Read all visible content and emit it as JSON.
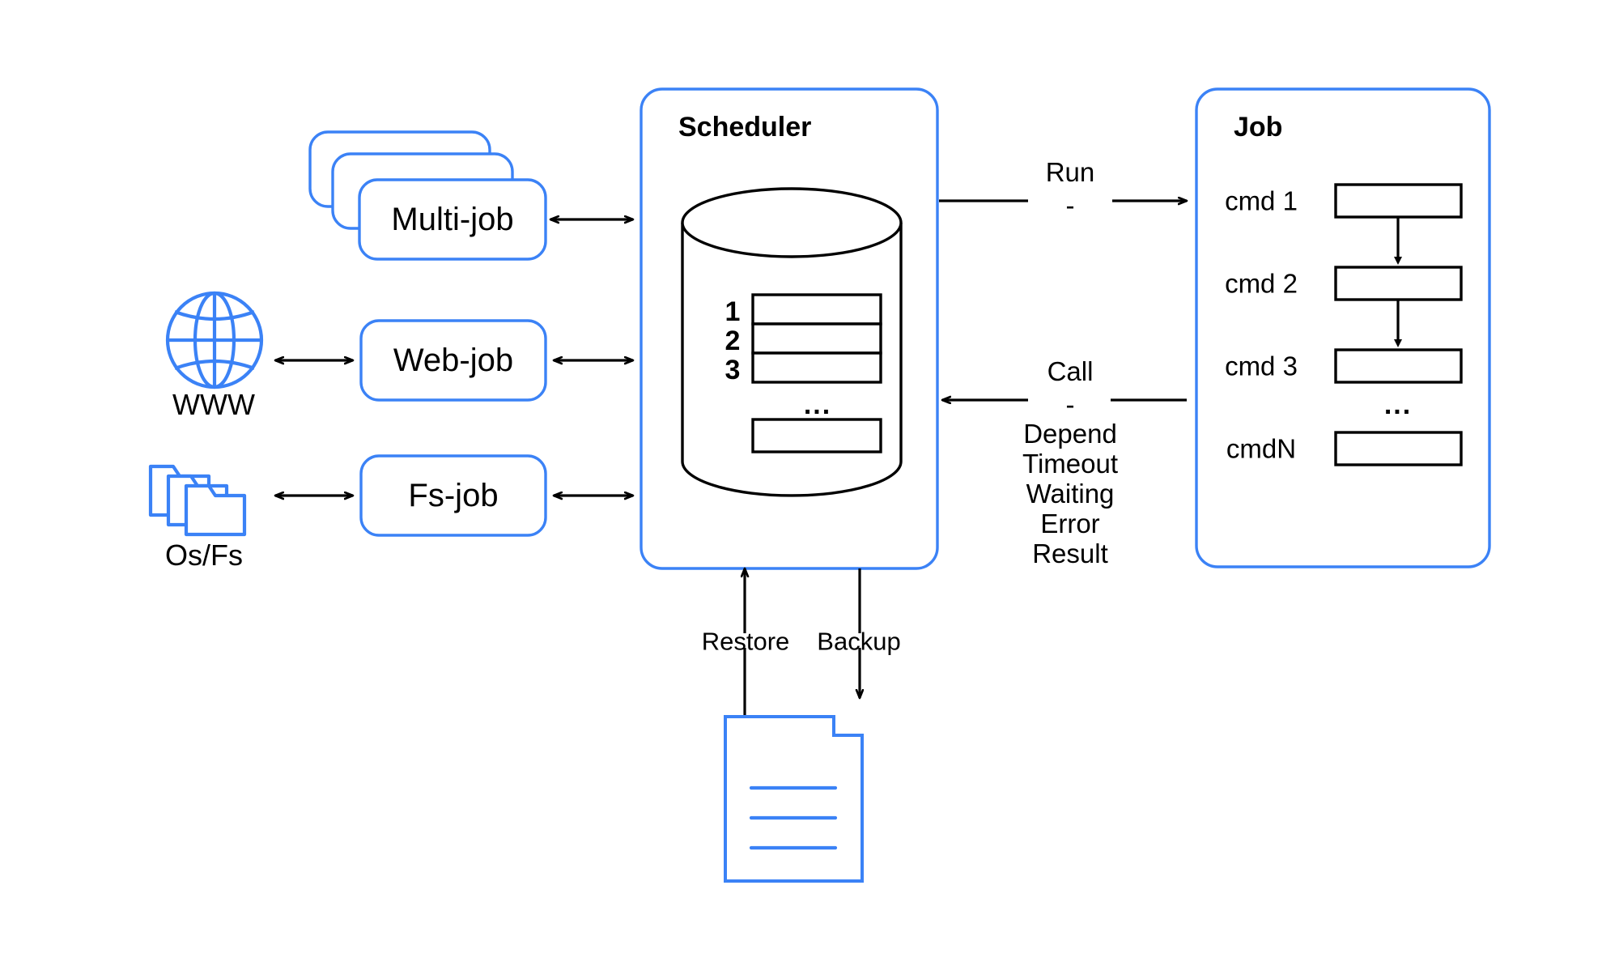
{
  "theme": {
    "accent_blue": "#3b82f6",
    "line_black": "#000000",
    "background": "#ffffff"
  },
  "sources": [
    {
      "id": "multi-job",
      "label": "Multi-job",
      "icon": null,
      "icon_caption": null
    },
    {
      "id": "web-job",
      "label": "Web-job",
      "icon": "globe-icon",
      "icon_caption": "WWW"
    },
    {
      "id": "fs-job",
      "label": "Fs-job",
      "icon": "folder-stack-icon",
      "icon_caption": "Os/Fs"
    }
  ],
  "scheduler": {
    "title": "Scheduler",
    "queue_numbers": [
      "1",
      "2",
      "3"
    ],
    "ellipsis": "...",
    "rows": 3,
    "overflow_row": true
  },
  "job": {
    "title": "Job",
    "commands": [
      "cmd 1",
      "cmd 2",
      "cmd 3",
      "cmdN"
    ],
    "ellipsis": "...",
    "arrows_between": 2
  },
  "edges": {
    "run": {
      "title": "Run",
      "separator": "-",
      "details": [],
      "direction": "scheduler-to-job"
    },
    "call": {
      "title": "Call",
      "separator": "-",
      "details": [
        "Depend",
        "Timeout",
        "Waiting",
        "Error",
        "Result"
      ],
      "direction": "job-to-scheduler"
    }
  },
  "storage": {
    "restore_label": "Restore",
    "backup_label": "Backup",
    "document_lines": 3
  }
}
